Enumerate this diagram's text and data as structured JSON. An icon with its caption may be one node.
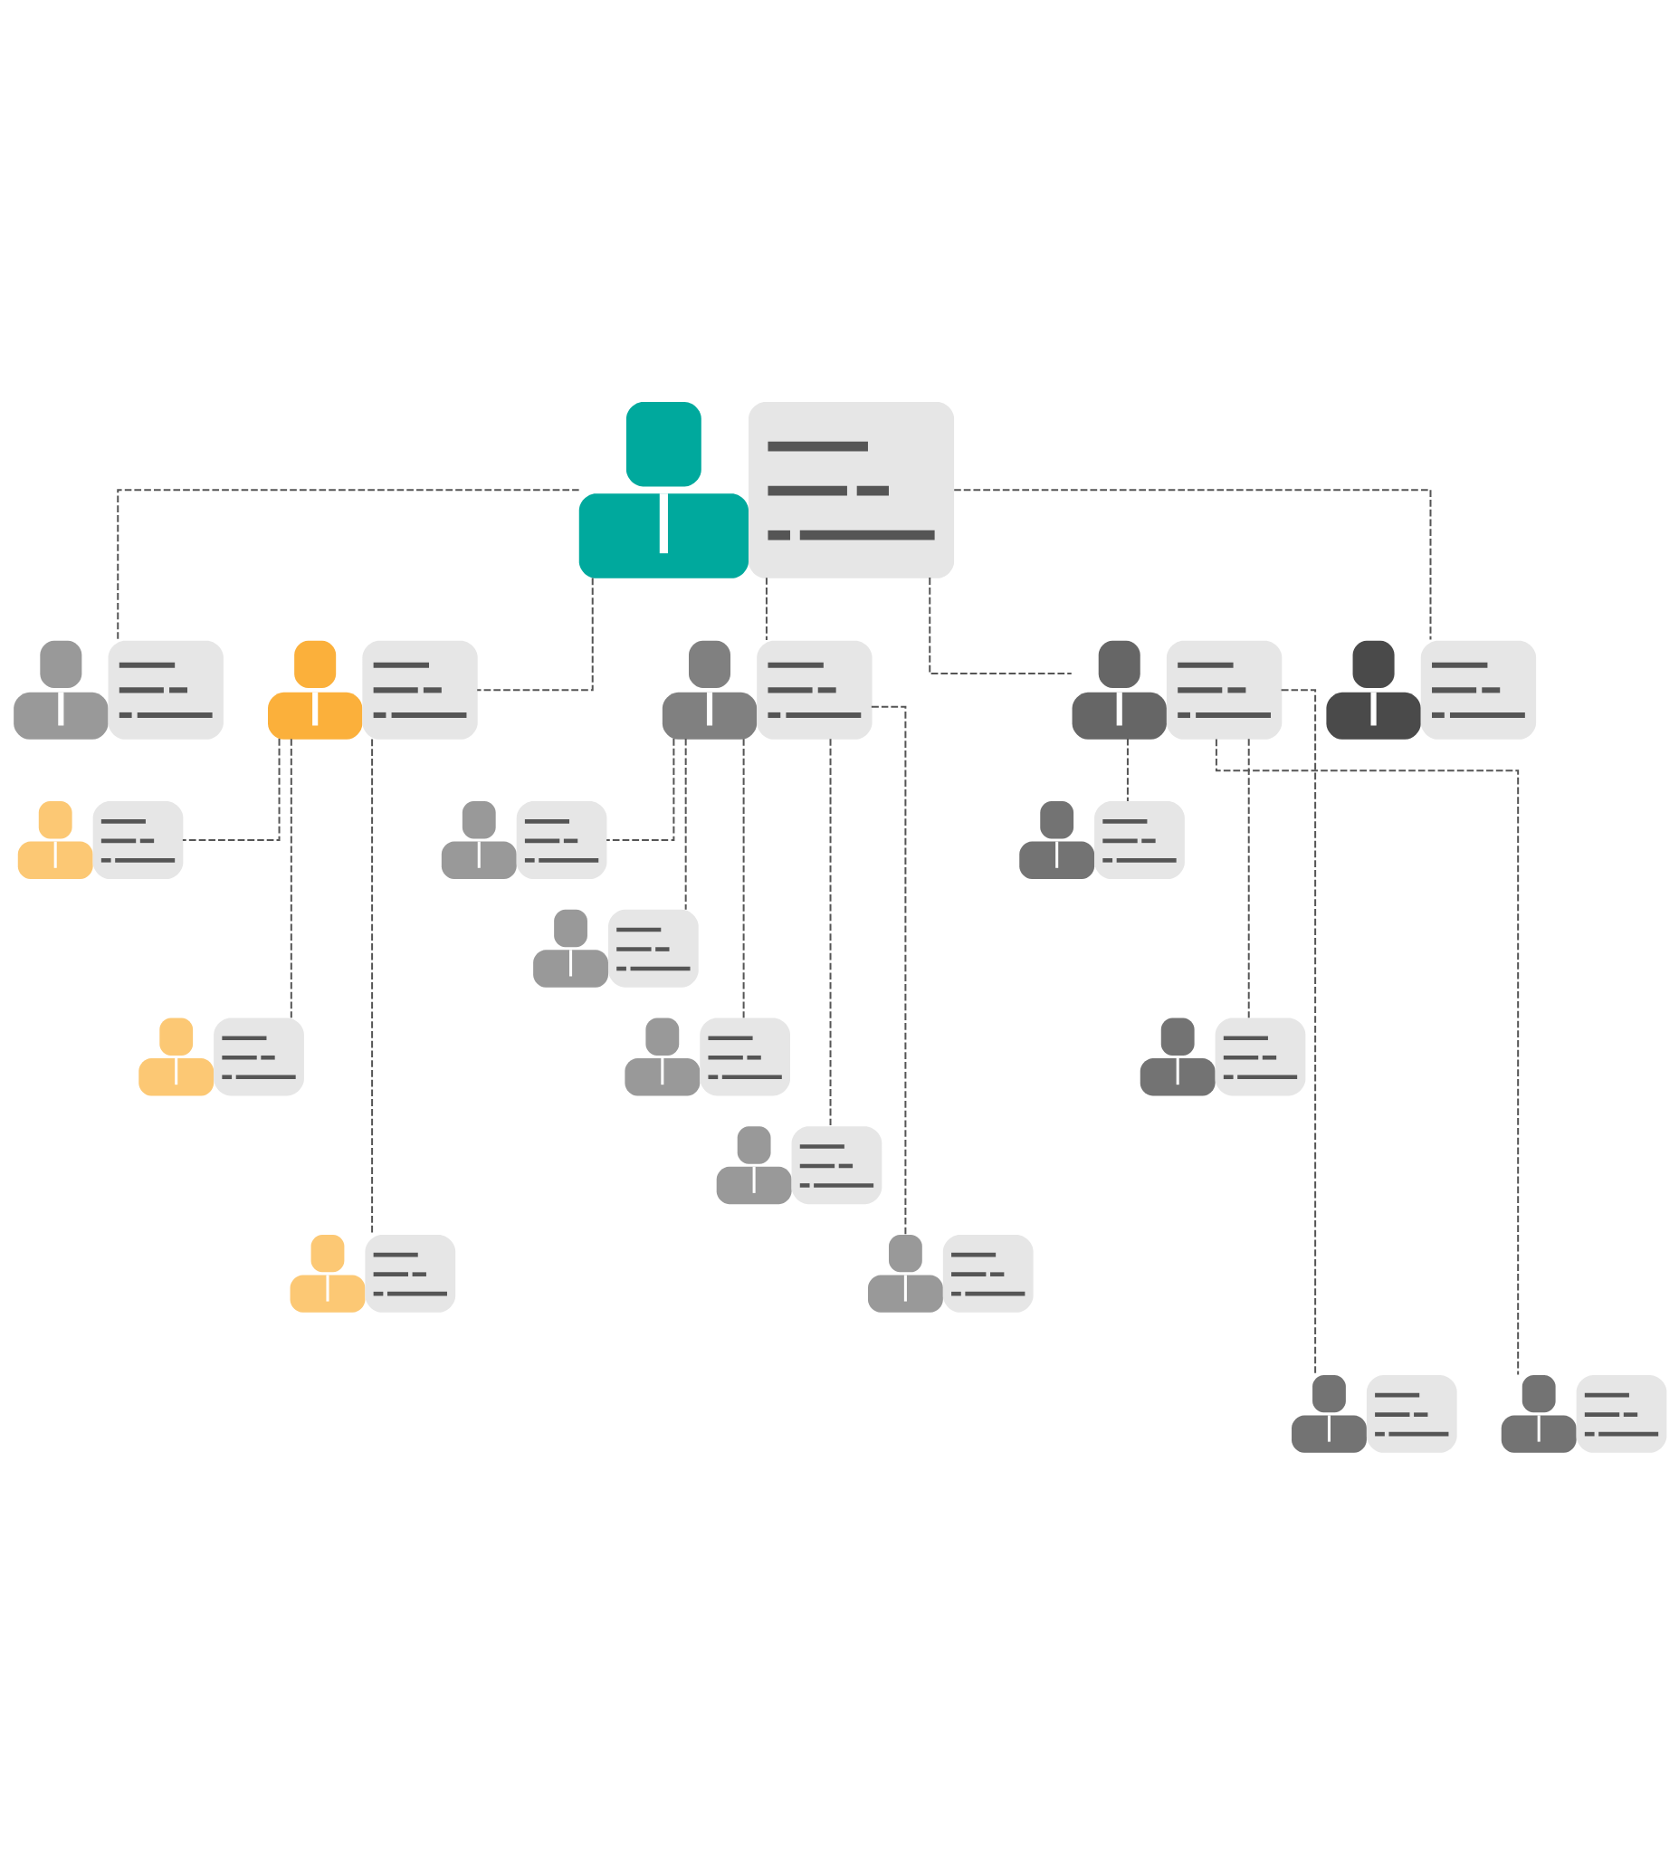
{
  "diagram": {
    "nodes": [
      {
        "text": [],
        "shape": "person"
      },
      {
        "text": [],
        "shape": "person"
      },
      {
        "text": [],
        "shape": "person"
      },
      {
        "text": [],
        "shape": "person"
      },
      {
        "text": [],
        "shape": "person"
      },
      {
        "text": [],
        "shape": "person"
      },
      {
        "text": [],
        "shape": "person"
      },
      {
        "text": [],
        "shape": "person"
      },
      {
        "text": [],
        "shape": "person"
      },
      {
        "text": [],
        "shape": "person"
      },
      {
        "text": [],
        "shape": "person"
      },
      {
        "text": [],
        "shape": "person"
      },
      {
        "text": [],
        "shape": "person"
      },
      {
        "text": [],
        "shape": "person"
      },
      {
        "text": [],
        "shape": "person"
      },
      {
        "text": [],
        "shape": "person"
      },
      {
        "text": [],
        "shape": "person"
      },
      {
        "text": [],
        "shape": "person"
      }
    ],
    "edges": [
      {
        "from": 0,
        "to": 1,
        "arrow": "none",
        "style": "dashed"
      },
      {
        "from": 0,
        "to": 2,
        "arrow": "none",
        "style": "dashed"
      },
      {
        "from": 0,
        "to": 3,
        "arrow": "none",
        "style": "dashed"
      },
      {
        "from": 0,
        "to": 4,
        "arrow": "none",
        "style": "dashed"
      },
      {
        "from": 0,
        "to": 5,
        "arrow": "none",
        "style": "dashed"
      },
      {
        "from": 2,
        "to": 6,
        "arrow": "none",
        "style": "dashed"
      },
      {
        "from": 2,
        "to": 10,
        "arrow": "none",
        "style": "dashed"
      },
      {
        "from": 2,
        "to": 14,
        "arrow": "none",
        "style": "dashed"
      },
      {
        "from": 3,
        "to": 7,
        "arrow": "none",
        "style": "dashed"
      },
      {
        "from": 3,
        "to": 11,
        "arrow": "none",
        "style": "dashed"
      },
      {
        "from": 3,
        "to": 15,
        "arrow": "none",
        "style": "dashed"
      },
      {
        "from": 3,
        "to": 9,
        "arrow": "none",
        "style": "dashed"
      },
      {
        "from": 3,
        "to": 13,
        "arrow": "none",
        "style": "dashed"
      },
      {
        "from": 4,
        "to": 8,
        "arrow": "none",
        "style": "dashed"
      },
      {
        "from": 4,
        "to": 12,
        "arrow": "none",
        "style": "dashed"
      },
      {
        "from": 4,
        "to": 16,
        "arrow": "none",
        "style": "dashed"
      },
      {
        "from": 4,
        "to": 17,
        "arrow": "none",
        "style": "dashed"
      }
    ]
  }
}
